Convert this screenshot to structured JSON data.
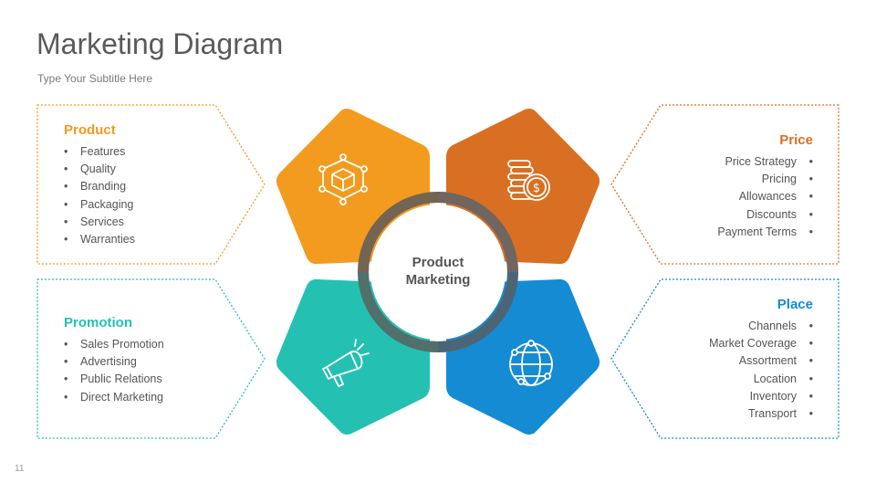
{
  "title": "Marketing Diagram",
  "subtitle": "Type Your Subtitle Here",
  "page_number": "11",
  "center": {
    "line1": "Product",
    "line2": "Marketing"
  },
  "colors": {
    "product": "#F39B1E",
    "price": "#D96F22",
    "promotion": "#24C1B3",
    "place": "#158BD4",
    "ring": "#8C8C8C"
  },
  "product": {
    "heading": "Product",
    "icon": "package-network-icon",
    "items": [
      "Features",
      "Quality",
      "Branding",
      "Packaging",
      "Services",
      "Warranties"
    ]
  },
  "price": {
    "heading": "Price",
    "icon": "coins-dollar-icon",
    "items": [
      "Price Strategy",
      "Pricing",
      "Allowances",
      "Discounts",
      "Payment Terms"
    ]
  },
  "promotion": {
    "heading": "Promotion",
    "icon": "megaphone-icon",
    "items": [
      "Sales Promotion",
      "Advertising",
      "Public Relations",
      "Direct Marketing"
    ]
  },
  "place": {
    "heading": "Place",
    "icon": "globe-icon",
    "items": [
      "Channels",
      "Market Coverage",
      "Assortment",
      "Location",
      "Inventory",
      "Transport"
    ]
  }
}
